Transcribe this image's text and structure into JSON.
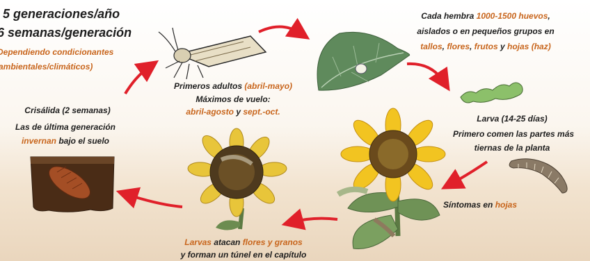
{
  "top_left": {
    "line1": "5 generaciones/año",
    "line2": "6 semanas/generación",
    "line3": "Dependiendo condicionantes",
    "line4": "ambientales/climáticos)"
  },
  "adults": {
    "a1": "Primeros adultos ",
    "a1_hl": "(abril-mayo)",
    "a2": "Máximos de vuelo:",
    "a3_hl1": "abril-agosto",
    "a3_mid": " y ",
    "a3_hl2": "sept.-oct."
  },
  "eggs": {
    "e1": "Cada hembra ",
    "e1_hl": "1000-1500 huevos",
    "e1_end": ",",
    "e2": "aislados o en pequeños grupos en",
    "e3_hl1": "tallos",
    "e3_s1": ", ",
    "e3_hl2": "flores",
    "e3_s2": ", ",
    "e3_hl3": "frutos",
    "e3_s3": " y ",
    "e3_hl4": "hojas (haz)"
  },
  "larva": {
    "l1": "Larva (14-25 días)",
    "l2": "Primero comen las partes más",
    "l3_b": "tiernas",
    "l3_end": " de la planta"
  },
  "symptoms": {
    "s1": "Síntomas en ",
    "s1_hl": "hojas"
  },
  "bottom": {
    "b1_hl1": "Larvas",
    "b1_m1": " atacan ",
    "b1_hl2": "flores y granos",
    "b2": "y forman un túnel en el capítulo"
  },
  "pupa": {
    "p1": "Crisálida (2 semanas)",
    "p2": "Las de última generación",
    "p3_hl": "invernan",
    "p3_end": " bajo el suelo"
  },
  "colors": {
    "accent": "#c8651c",
    "arrow": "#e0202a",
    "text": "#1d1d1d"
  }
}
